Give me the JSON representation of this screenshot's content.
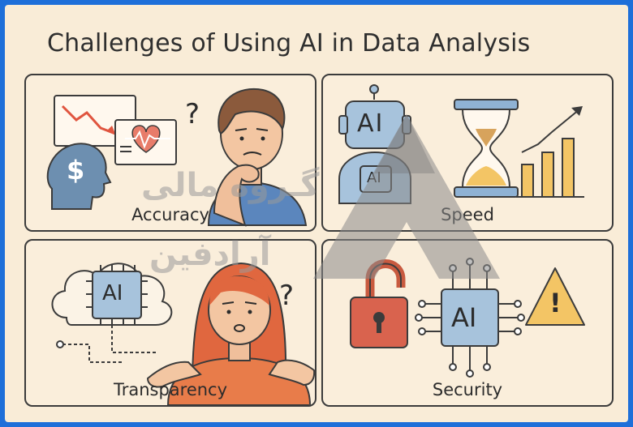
{
  "title": "Challenges of Using AI in Data Analysis",
  "panels": {
    "accuracy": {
      "label": "Accuracy"
    },
    "speed": {
      "label": "Speed"
    },
    "transparency": {
      "label": "Transparency"
    },
    "security": {
      "label": "Security"
    }
  },
  "glyphs": {
    "ai": "AI",
    "question": "?",
    "dollar": "$",
    "warning": "!"
  },
  "watermark": {
    "line1": "گـروه مالی",
    "line2": "آرادفین"
  },
  "colors": {
    "background": "#f9ecd7",
    "border": "#1e6fd9",
    "ai_blue": "#a7c3dc",
    "orange": "#e87c4a",
    "red": "#d9634e",
    "yellow": "#f3c565"
  }
}
